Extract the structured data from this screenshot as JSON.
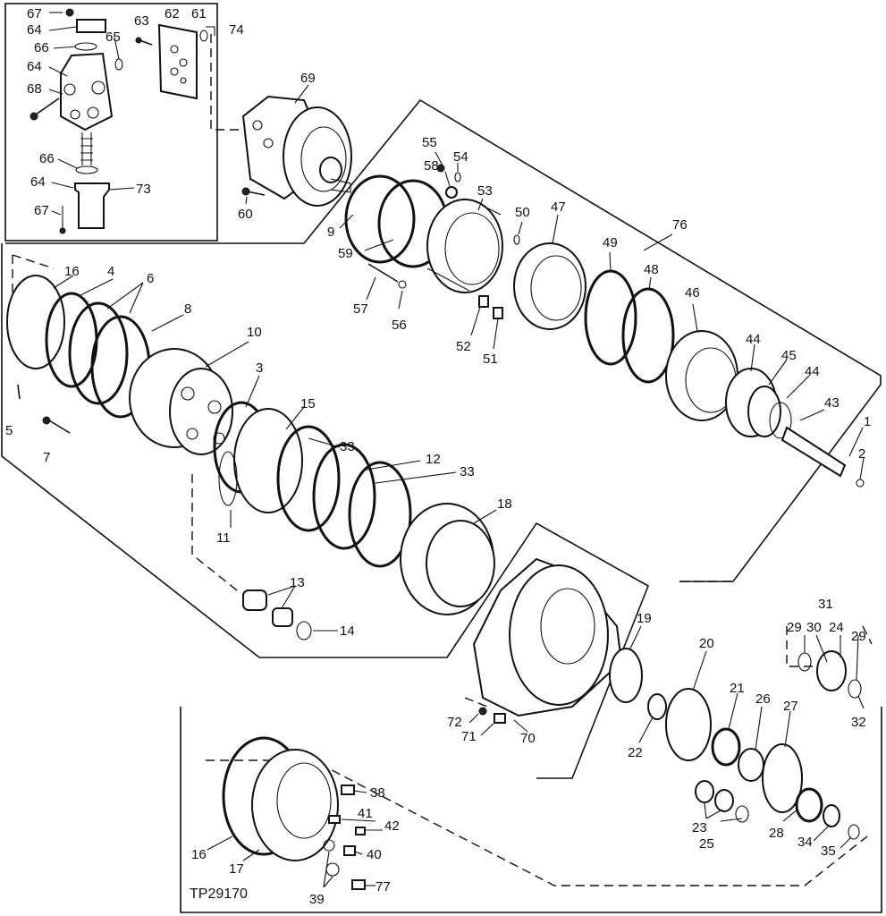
{
  "labels": [
    "67",
    "64",
    "66",
    "64",
    "68",
    "66",
    "64",
    "67",
    "65",
    "63",
    "62",
    "61",
    "74",
    "73",
    "69",
    "60",
    "55",
    "54",
    "58",
    "53",
    "50",
    "47",
    "49",
    "48",
    "76",
    "9",
    "59",
    "57",
    "56",
    "52",
    "51",
    "46",
    "44",
    "45",
    "44",
    "43",
    "1",
    "2",
    "16",
    "4",
    "6",
    "8",
    "10",
    "5",
    "7",
    "3",
    "15",
    "33",
    "12",
    "33",
    "11",
    "18",
    "13",
    "14",
    "19",
    "72",
    "71",
    "70",
    "20",
    "21",
    "26",
    "27",
    "22",
    "31",
    "29",
    "30",
    "24",
    "29",
    "32",
    "23",
    "25",
    "28",
    "34",
    "35",
    "38",
    "41",
    "42",
    "40",
    "39",
    "77",
    "16",
    "17"
  ],
  "reference": "TP29170"
}
